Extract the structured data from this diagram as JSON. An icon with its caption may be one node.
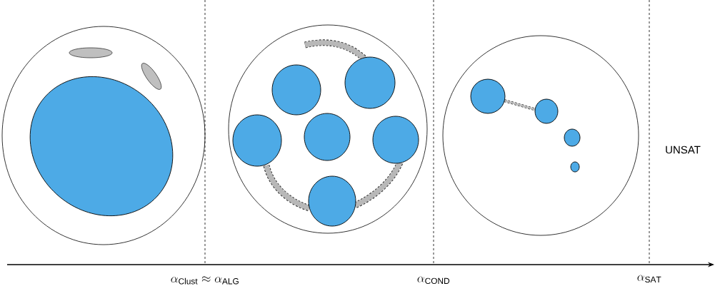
{
  "diagram": {
    "labels": [
      "\\alpha_{\\mathrm{Clust}} \\approx \\alpha_{\\mathrm{ALG}}",
      "\\alpha_{\\mathrm{COND}}",
      "\\alpha_{\\mathrm{SAT}}",
      "UNSAT"
    ]
  }
}
